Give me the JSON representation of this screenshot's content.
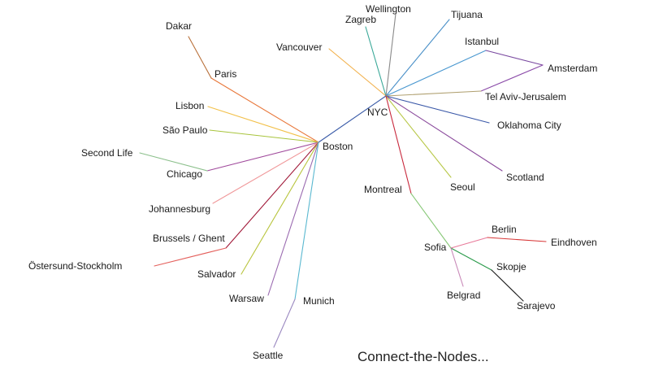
{
  "caption": "Connect-the-Nodes...",
  "nodes": [
    {
      "id": "nyc",
      "label": "NYC"
    },
    {
      "id": "boston",
      "label": "Boston"
    },
    {
      "id": "dakar",
      "label": "Dakar"
    },
    {
      "id": "paris",
      "label": "Paris"
    },
    {
      "id": "lisbon",
      "label": "Lisbon"
    },
    {
      "id": "sao-paulo",
      "label": "São Paulo"
    },
    {
      "id": "second-life",
      "label": "Second Life"
    },
    {
      "id": "chicago",
      "label": "Chicago"
    },
    {
      "id": "johannesburg",
      "label": "Johannesburg"
    },
    {
      "id": "brussels-ghent",
      "label": "Brussels / Ghent"
    },
    {
      "id": "ostersund-stockholm",
      "label": "Östersund-Stockholm"
    },
    {
      "id": "salvador",
      "label": "Salvador"
    },
    {
      "id": "warsaw",
      "label": "Warsaw"
    },
    {
      "id": "munich",
      "label": "Munich"
    },
    {
      "id": "seattle",
      "label": "Seattle"
    },
    {
      "id": "vancouver",
      "label": "Vancouver"
    },
    {
      "id": "zagreb",
      "label": "Zagreb"
    },
    {
      "id": "wellington",
      "label": "Wellington"
    },
    {
      "id": "tijuana",
      "label": "Tijuana"
    },
    {
      "id": "istanbul",
      "label": "Istanbul"
    },
    {
      "id": "amsterdam",
      "label": "Amsterdam"
    },
    {
      "id": "tel-aviv-jerusalem",
      "label": "Tel Aviv-Jerusalem"
    },
    {
      "id": "oklahoma-city",
      "label": "Oklahoma City"
    },
    {
      "id": "scotland",
      "label": "Scotland"
    },
    {
      "id": "seoul",
      "label": "Seoul"
    },
    {
      "id": "montreal",
      "label": "Montreal"
    },
    {
      "id": "sofia",
      "label": "Sofia"
    },
    {
      "id": "berlin",
      "label": "Berlin"
    },
    {
      "id": "eindhoven",
      "label": "Eindhoven"
    },
    {
      "id": "skopje",
      "label": "Skopje"
    },
    {
      "id": "sarajevo",
      "label": "Sarajevo"
    },
    {
      "id": "belgrad",
      "label": "Belgrad"
    }
  ],
  "edges": [
    {
      "from": "nyc",
      "to": "boston",
      "color": "#3a5ba8"
    },
    {
      "from": "boston",
      "to": "paris",
      "color": "#e8773a"
    },
    {
      "from": "paris",
      "to": "dakar",
      "color": "#b8703a"
    },
    {
      "from": "boston",
      "to": "lisbon",
      "color": "#f2c04a"
    },
    {
      "from": "boston",
      "to": "sao-paulo",
      "color": "#a8c43c"
    },
    {
      "from": "boston",
      "to": "chicago",
      "color": "#a04a9c"
    },
    {
      "from": "chicago",
      "to": "second-life",
      "color": "#8cc08c"
    },
    {
      "from": "boston",
      "to": "johannesburg",
      "color": "#f0989a"
    },
    {
      "from": "boston",
      "to": "brussels-ghent",
      "color": "#a01838"
    },
    {
      "from": "brussels-ghent",
      "to": "ostersund-stockholm",
      "color": "#e4605c"
    },
    {
      "from": "boston",
      "to": "salvador",
      "color": "#b8c43c"
    },
    {
      "from": "boston",
      "to": "warsaw",
      "color": "#9a6ab0"
    },
    {
      "from": "boston",
      "to": "munich",
      "color": "#5ab8d0"
    },
    {
      "from": "munich",
      "to": "seattle",
      "color": "#9a88c0"
    },
    {
      "from": "nyc",
      "to": "vancouver",
      "color": "#f2b04a"
    },
    {
      "from": "nyc",
      "to": "zagreb",
      "color": "#3aa898"
    },
    {
      "from": "nyc",
      "to": "wellington",
      "color": "#8a8a8a"
    },
    {
      "from": "nyc",
      "to": "tijuana",
      "color": "#4a90c8"
    },
    {
      "from": "nyc",
      "to": "istanbul",
      "color": "#4a98d0"
    },
    {
      "from": "istanbul",
      "to": "amsterdam",
      "color": "#7a4aa0"
    },
    {
      "from": "amsterdam",
      "to": "tel-aviv-jerusalem",
      "color": "#8a4aa8"
    },
    {
      "from": "nyc",
      "to": "tel-aviv-jerusalem",
      "color": "#b0a070"
    },
    {
      "from": "nyc",
      "to": "oklahoma-city",
      "color": "#3a58a8"
    },
    {
      "from": "nyc",
      "to": "scotland",
      "color": "#8a4a9c"
    },
    {
      "from": "nyc",
      "to": "seoul",
      "color": "#b8c848"
    },
    {
      "from": "nyc",
      "to": "montreal",
      "color": "#c8283c"
    },
    {
      "from": "montreal",
      "to": "sofia",
      "color": "#88c878"
    },
    {
      "from": "sofia",
      "to": "berlin",
      "color": "#e87a9a"
    },
    {
      "from": "berlin",
      "to": "eindhoven",
      "color": "#d83838"
    },
    {
      "from": "sofia",
      "to": "skopje",
      "color": "#2a9a4a"
    },
    {
      "from": "skopje",
      "to": "sarajevo",
      "color": "#1a1a1a"
    },
    {
      "from": "sofia",
      "to": "belgrad",
      "color": "#c888b8"
    }
  ]
}
